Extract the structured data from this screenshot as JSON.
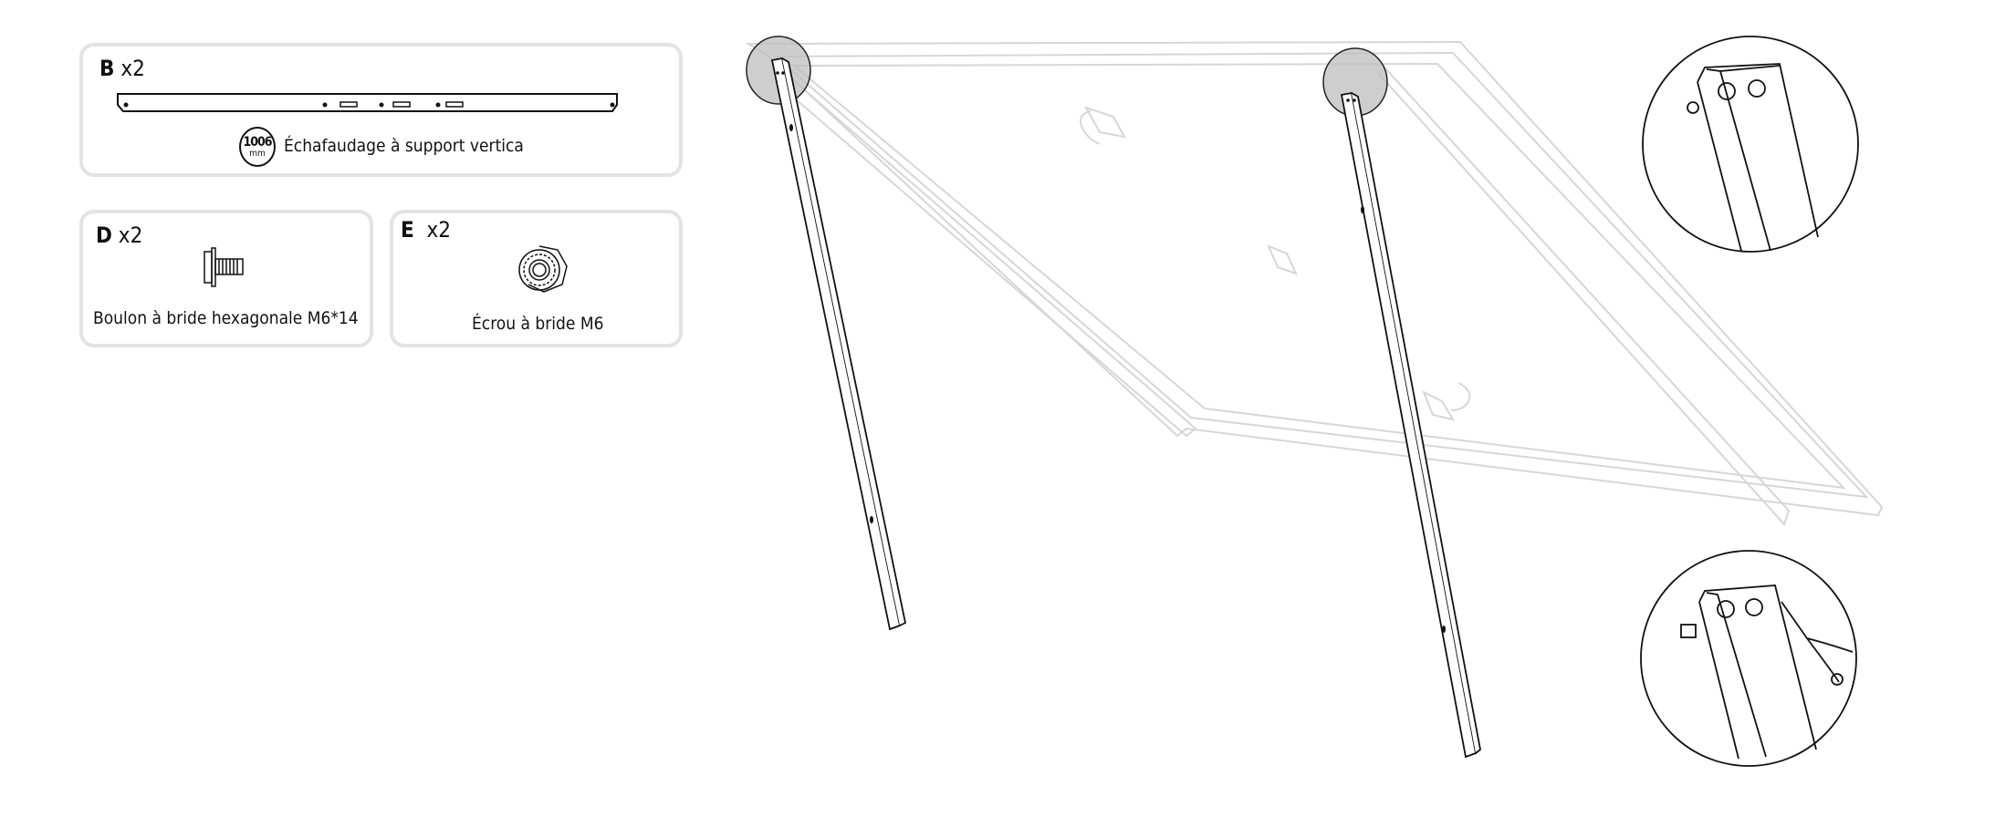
{
  "parts": [
    {
      "letter": "B",
      "qty": "x2",
      "name": "Échafaudage à support vertica",
      "length": "1006",
      "unit": "mm"
    },
    {
      "letter": "D",
      "qty": "x2",
      "name": "Boulon à bride hexagonale M6*14"
    },
    {
      "letter": "E",
      "qty": "x2",
      "name": "Écrou à bride M6"
    }
  ],
  "colors": {
    "line": "#111111",
    "ghost": "#d6d6d6",
    "border": "#e3e3e3",
    "highlight": "#9a9a9a"
  }
}
